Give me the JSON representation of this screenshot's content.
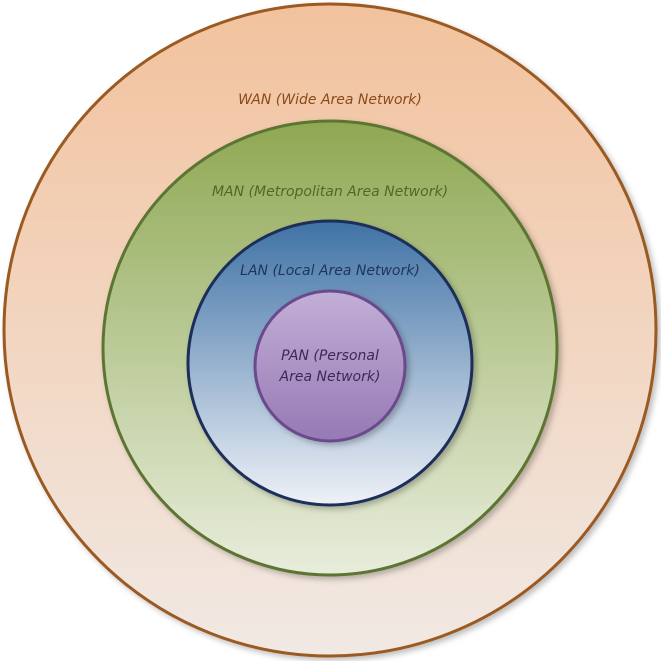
{
  "diagram": {
    "rings": [
      {
        "id": "wan",
        "label": "WAN (Wide Area Network)",
        "fill_top": "#f2c29d",
        "fill_bottom": "#f1e9e4",
        "stroke": "#9b5a24",
        "text_color": "#8a4a1a"
      },
      {
        "id": "man",
        "label": "MAN (Metropolitan Area Network)",
        "fill_top": "#8fa853",
        "fill_bottom": "#e8eddc",
        "stroke": "#5b7530",
        "text_color": "#4f6a26"
      },
      {
        "id": "lan",
        "label": "LAN (Local Area Network)",
        "fill_top": "#3f72a5",
        "fill_bottom": "#eef1f7",
        "stroke": "#1e2f5a",
        "text_color": "#1f3559"
      },
      {
        "id": "pan",
        "label_line1": "PAN (Personal",
        "label_line2": "Area Network)",
        "fill_top": "#c2afd7",
        "fill_bottom": "#9679b4",
        "stroke": "#6a4a8c",
        "text_color": "#3c2a56"
      }
    ]
  }
}
